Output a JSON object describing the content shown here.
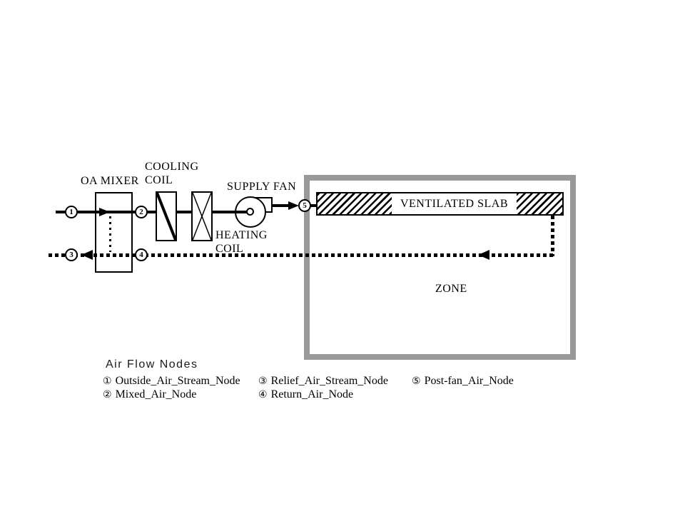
{
  "colors": {
    "ink": "#000000",
    "zone_border": "#999999",
    "background": "#ffffff"
  },
  "equipment": {
    "oa_mixer_label": "OA MIXER",
    "cooling_coil_label": "COOLING\nCOIL",
    "heating_coil_label": "HEATING\nCOIL",
    "supply_fan_label": "SUPPLY FAN",
    "ventilated_slab_label": "VENTILATED SLAB",
    "zone_label": "ZONE"
  },
  "nodes": [
    {
      "number": "1",
      "name": "Outside_Air_Stream_Node"
    },
    {
      "number": "2",
      "name": "Mixed_Air_Node"
    },
    {
      "number": "3",
      "name": "Relief_Air_Stream_Node"
    },
    {
      "number": "4",
      "name": "Return_Air_Node"
    },
    {
      "number": "5",
      "name": "Post-fan_Air_Node"
    }
  ],
  "legend": {
    "title": "Air Flow Nodes",
    "items": [
      {
        "symbol": "①",
        "label": "Outside_Air_Stream_Node"
      },
      {
        "symbol": "②",
        "label": "Mixed_Air_Node"
      },
      {
        "symbol": "③",
        "label": "Relief_Air_Stream_Node"
      },
      {
        "symbol": "④",
        "label": "Return_Air_Node"
      },
      {
        "symbol": "⑤",
        "label": "Post-fan_Air_Node"
      }
    ]
  }
}
